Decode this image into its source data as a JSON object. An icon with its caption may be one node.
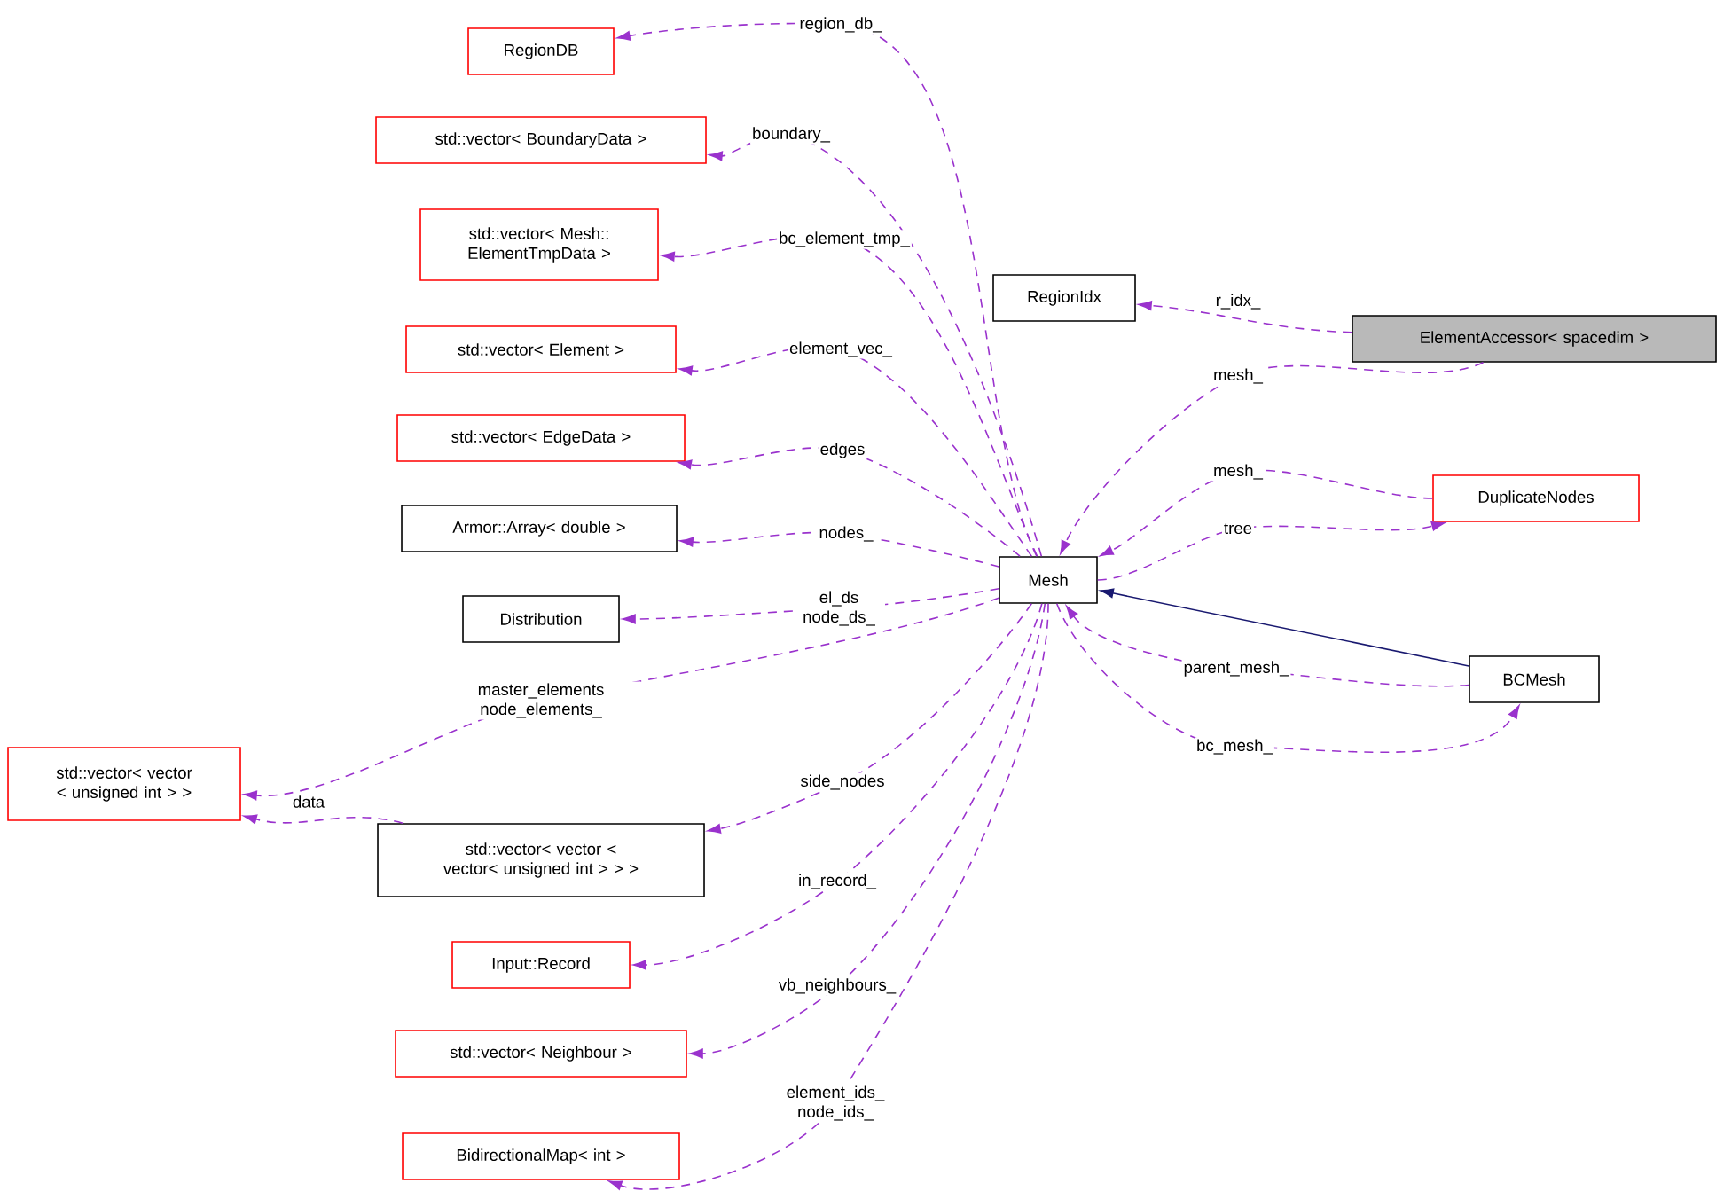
{
  "diagram": {
    "nodes": [
      {
        "text": [
          "RegionDB"
        ]
      },
      {
        "text": [
          "std::vector< BoundaryData >"
        ]
      },
      {
        "text": [
          "std::vector< Mesh:: ElementTmpData >"
        ]
      },
      {
        "text": [
          "std::vector< Element >"
        ]
      },
      {
        "text": [
          "std::vector< EdgeData >"
        ]
      },
      {
        "text": [
          "Armor::Array< double >"
        ]
      },
      {
        "text": [
          "Distribution"
        ]
      },
      {
        "text": [
          "std::vector< vector < unsigned int > >"
        ]
      },
      {
        "text": [
          "std::vector< vector < vector< unsigned int > > >"
        ]
      },
      {
        "text": [
          "Input::Record"
        ]
      },
      {
        "text": [
          "std::vector< Neighbour >"
        ]
      },
      {
        "text": [
          "BidirectionalMap< int >"
        ]
      },
      {
        "text": [
          "Mesh"
        ]
      },
      {
        "text": [
          "RegionIdx"
        ]
      },
      {
        "text": [
          "ElementAccessor< spacedim >"
        ]
      },
      {
        "text": [
          "DuplicateNodes"
        ]
      },
      {
        "text": [
          "BCMesh"
        ]
      }
    ],
    "edges": [
      {
        "from": 12,
        "to": 0,
        "arrow": "to",
        "label": "region_db_",
        "style": "dashed"
      },
      {
        "from": 12,
        "to": 1,
        "arrow": "to",
        "label": "boundary_",
        "style": "dashed"
      },
      {
        "from": 12,
        "to": 2,
        "arrow": "to",
        "label": "bc_element_tmp_",
        "style": "dashed"
      },
      {
        "from": 12,
        "to": 3,
        "arrow": "to",
        "label": "element_vec_",
        "style": "dashed"
      },
      {
        "from": 12,
        "to": 4,
        "arrow": "to",
        "label": "edges",
        "style": "dashed"
      },
      {
        "from": 12,
        "to": 5,
        "arrow": "to",
        "label": "nodes_",
        "style": "dashed"
      },
      {
        "from": 12,
        "to": 6,
        "arrow": "to",
        "label": "el_ds node_ds_",
        "style": "dashed"
      },
      {
        "from": 12,
        "to": 7,
        "arrow": "to",
        "label": "master_elements node_elements_",
        "style": "dashed"
      },
      {
        "from": 8,
        "to": 7,
        "arrow": "to",
        "label": "data",
        "style": "dashed"
      },
      {
        "from": 12,
        "to": 8,
        "arrow": "to",
        "label": "side_nodes",
        "style": "dashed"
      },
      {
        "from": 12,
        "to": 9,
        "arrow": "to",
        "label": "in_record_",
        "style": "dashed"
      },
      {
        "from": 12,
        "to": 10,
        "arrow": "to",
        "label": "vb_neighbours_",
        "style": "dashed"
      },
      {
        "from": 12,
        "to": 11,
        "arrow": "to",
        "label": "element_ids_ node_ids_",
        "style": "dashed"
      },
      {
        "from": 14,
        "to": 13,
        "arrow": "to",
        "label": "r_idx_",
        "style": "dashed"
      },
      {
        "from": 14,
        "to": 12,
        "arrow": "to",
        "label": "mesh_",
        "style": "dashed"
      },
      {
        "from": 15,
        "to": 12,
        "arrow": "to",
        "label": "mesh_",
        "style": "dashed"
      },
      {
        "from": 12,
        "to": 15,
        "arrow": "to",
        "label": "tree",
        "style": "dashed"
      },
      {
        "from": 16,
        "to": 12,
        "arrow": "to",
        "color": "#191970"
      },
      {
        "from": 16,
        "to": 12,
        "arrow": "to",
        "label": "parent_mesh_",
        "style": "dashed"
      },
      {
        "from": 12,
        "to": 16,
        "arrow": "to",
        "label": "bc_mesh_",
        "style": "dashed"
      }
    ]
  }
}
